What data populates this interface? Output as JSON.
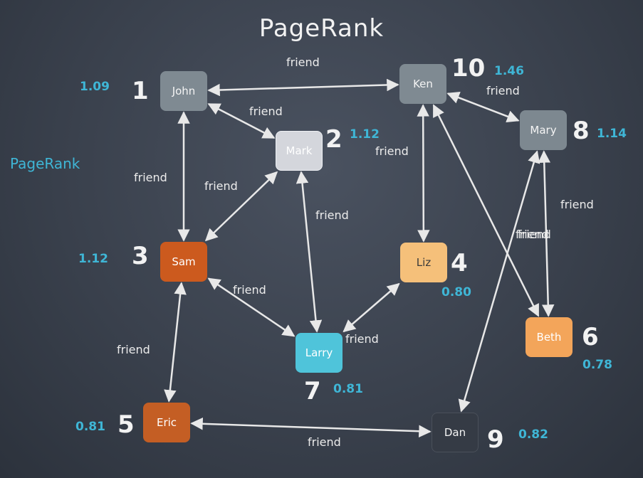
{
  "title": "PageRank",
  "side_label": "PageRank",
  "nodes": [
    {
      "id": "john",
      "label": "John",
      "number": "1",
      "score": "1.09",
      "fill": "#7f8a92",
      "text": "#f4f4f4"
    },
    {
      "id": "mark",
      "label": "Mark",
      "number": "2",
      "score": "1.12",
      "fill": "#d4d6dc",
      "text": "#ffffff"
    },
    {
      "id": "sam",
      "label": "Sam",
      "number": "3",
      "score": "1.12",
      "fill": "#cc5a1e",
      "text": "#ffffff"
    },
    {
      "id": "liz",
      "label": "Liz",
      "number": "4",
      "score": "0.80",
      "fill": "#f5c07a",
      "text": "#3a3a3a"
    },
    {
      "id": "eric",
      "label": "Eric",
      "number": "5",
      "score": "0.81",
      "fill": "#c45e24",
      "text": "#ffffff"
    },
    {
      "id": "beth",
      "label": "Beth",
      "number": "6",
      "score": "0.78",
      "fill": "#f3a55a",
      "text": "#ffffff"
    },
    {
      "id": "larry",
      "label": "Larry",
      "number": "7",
      "score": "0.81",
      "fill": "#4fc4da",
      "text": "#ffffff"
    },
    {
      "id": "mary",
      "label": "Mary",
      "number": "8",
      "score": "1.14",
      "fill": "#7d8890",
      "text": "#f4f4f4"
    },
    {
      "id": "dan",
      "label": "Dan",
      "number": "9",
      "score": "0.82",
      "fill": "#353b45",
      "text": "#f4f4f4"
    },
    {
      "id": "ken",
      "label": "Ken",
      "number": "10",
      "score": "1.46",
      "fill": "#7f8a92",
      "text": "#f4f4f4"
    }
  ],
  "edges": [
    {
      "a": "john",
      "b": "ken",
      "label": "friend"
    },
    {
      "a": "john",
      "b": "mark",
      "label": "friend"
    },
    {
      "a": "john",
      "b": "sam",
      "label": "friend"
    },
    {
      "a": "mark",
      "b": "sam",
      "label": "friend"
    },
    {
      "a": "mark",
      "b": "larry",
      "label": "friend"
    },
    {
      "a": "ken",
      "b": "mary",
      "label": "friend"
    },
    {
      "a": "ken",
      "b": "liz",
      "label": "friend"
    },
    {
      "a": "ken",
      "b": "beth",
      "label": "friend"
    },
    {
      "a": "mary",
      "b": "beth",
      "label": "friend"
    },
    {
      "a": "mary",
      "b": "dan",
      "label": "friend"
    },
    {
      "a": "sam",
      "b": "larry",
      "label": "friend"
    },
    {
      "a": "larry",
      "b": "liz",
      "label": "friend"
    },
    {
      "a": "sam",
      "b": "eric",
      "label": "friend"
    },
    {
      "a": "eric",
      "b": "dan",
      "label": "friend"
    }
  ],
  "colors": {
    "edge": "#e8e8e8",
    "score": "#3fb6d6",
    "number": "#f2f2f2"
  }
}
